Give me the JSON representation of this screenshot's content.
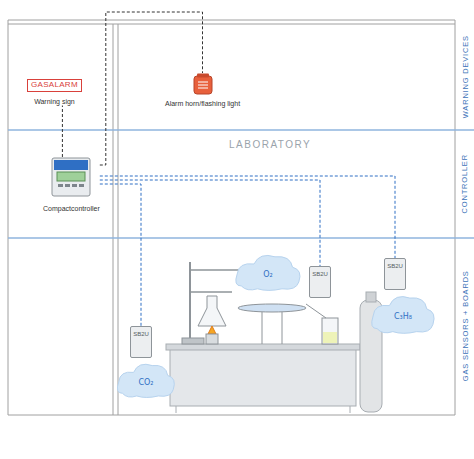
{
  "diagram": {
    "nodes": [
      {
        "text": [
          "GASALARM",
          "Warning sign"
        ]
      },
      {
        "text": [
          "Alarm horn/flashing light"
        ]
      },
      {
        "text": [
          "Compactcontroller"
        ]
      },
      {
        "text": [
          "SB2U"
        ]
      },
      {
        "text": [
          "SB2U"
        ]
      },
      {
        "text": [
          "SB2U"
        ]
      },
      {
        "text": [
          "CO₂"
        ]
      },
      {
        "text": [
          "O₂"
        ]
      },
      {
        "text": [
          "C₃H₈"
        ]
      }
    ],
    "edges": [
      {
        "from": 2,
        "to": 0,
        "arrow": "none"
      },
      {
        "from": 2,
        "to": 1,
        "arrow": "none"
      },
      {
        "from": 2,
        "to": 3,
        "arrow": "none"
      },
      {
        "from": 2,
        "to": 4,
        "arrow": "none"
      },
      {
        "from": 2,
        "to": 5,
        "arrow": "none"
      }
    ],
    "labels": [
      "LABORATORY",
      "WARNING DEVICES",
      "CONTROLLER",
      "GAS SENSORS + BOARDS"
    ]
  }
}
